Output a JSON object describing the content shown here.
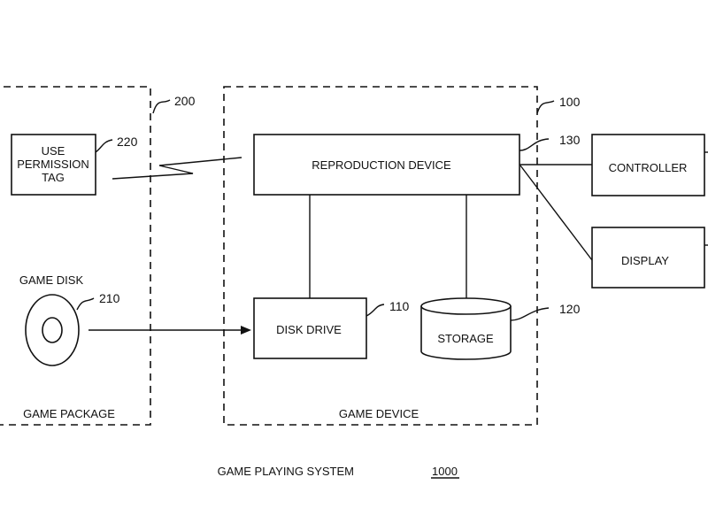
{
  "figure": {
    "caption": "GAME PLAYING SYSTEM",
    "caption_ref": "1000"
  },
  "game_package": {
    "label": "GAME PACKAGE",
    "ref": "200",
    "use_permission_tag": {
      "lines": [
        "USE",
        "PERMISSION",
        "TAG"
      ],
      "ref": "220"
    },
    "game_disk": {
      "label": "GAME DISK",
      "ref": "210"
    }
  },
  "game_device": {
    "label": "GAME DEVICE",
    "ref": "100",
    "reproduction_device": {
      "label": "REPRODUCTION DEVICE",
      "ref": "130"
    },
    "disk_drive": {
      "label": "DISK DRIVE",
      "ref": "110"
    },
    "storage": {
      "label": "STORAGE",
      "ref": "120"
    }
  },
  "external": {
    "controller": {
      "label": "CONTROLLER"
    },
    "display": {
      "label": "DISPLAY"
    }
  }
}
